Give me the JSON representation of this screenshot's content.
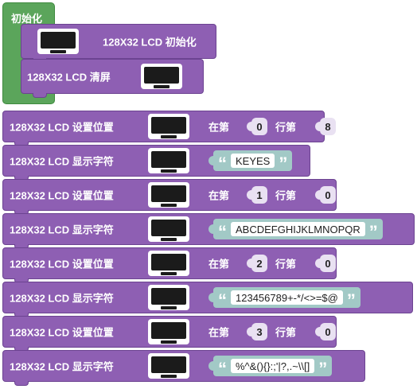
{
  "init": {
    "label": "初始化"
  },
  "init_block": {
    "label": "128X32 LCD 初始化"
  },
  "clear_block": {
    "label": "128X32 LCD 清屏"
  },
  "blocks": [
    {
      "type": "set_position",
      "label": "128X32 LCD 设置位置",
      "col_label": "在第",
      "col": "0",
      "row_label": "行第",
      "row": "8"
    },
    {
      "type": "show_string",
      "label": "128X32 LCD 显示字符",
      "open_quote": "“",
      "value": "KEYES",
      "close_quote": "”"
    },
    {
      "type": "set_position",
      "label": "128X32 LCD 设置位置",
      "col_label": "在第",
      "col": "1",
      "row_label": "行第",
      "row": "0"
    },
    {
      "type": "show_string",
      "label": "128X32 LCD 显示字符",
      "open_quote": "“",
      "value": "ABCDEFGHIJKLMNOPQR",
      "close_quote": "”"
    },
    {
      "type": "set_position",
      "label": "128X32 LCD 设置位置",
      "col_label": "在第",
      "col": "2",
      "row_label": "行第",
      "row": "0"
    },
    {
      "type": "show_string",
      "label": "128X32 LCD 显示字符",
      "open_quote": "“",
      "value": "123456789+-*/<>=$@",
      "close_quote": "”"
    },
    {
      "type": "set_position",
      "label": "128X32 LCD 设置位置",
      "col_label": "在第",
      "col": "3",
      "row_label": "行第",
      "row": "0"
    },
    {
      "type": "show_string",
      "label": "128X32 LCD 显示字符",
      "open_quote": "“",
      "value": "%^&(){}:;'|?,.~\\\\[]",
      "close_quote": "”"
    }
  ],
  "colors": {
    "procedure": "#5ba55b",
    "lcd_block": "#8e5fb3",
    "string_block": "#a2c9c6"
  },
  "icons": {
    "lcd": "lcd-screen-icon"
  }
}
